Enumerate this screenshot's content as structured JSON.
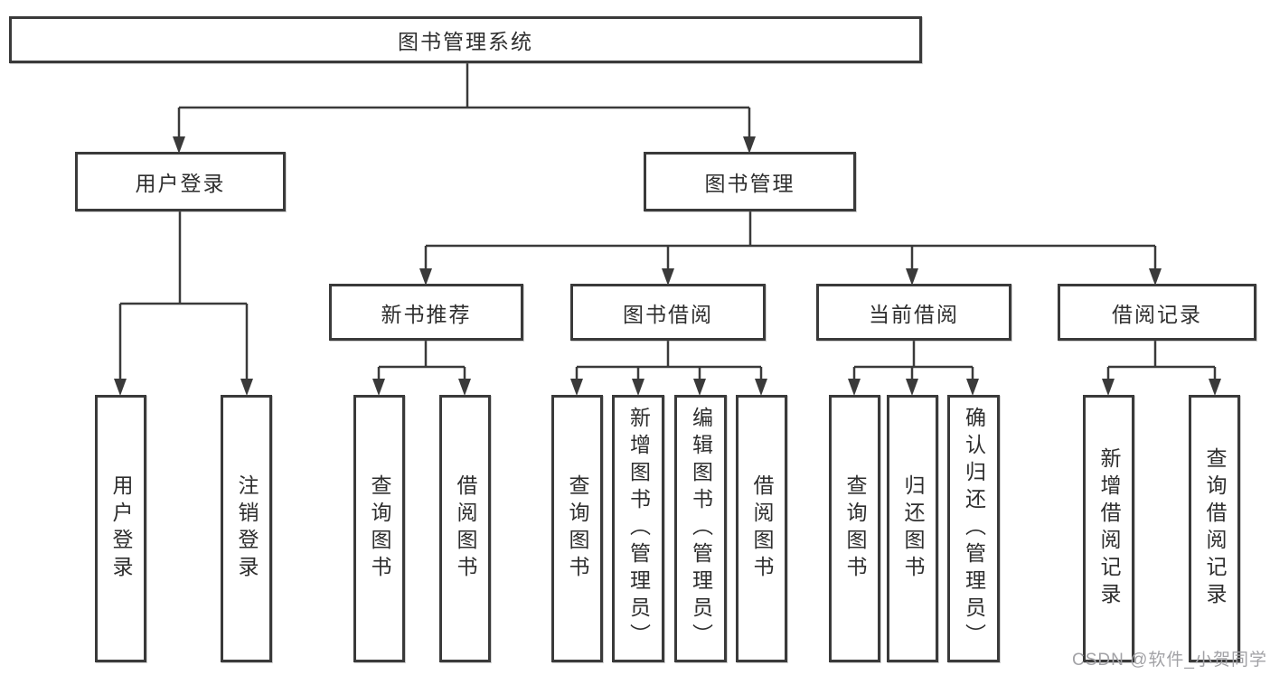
{
  "nodes": {
    "root": "图书管理系统",
    "level2": [
      "用户登录",
      "图书管理"
    ],
    "level3": [
      "新书推荐",
      "图书借阅",
      "当前借阅",
      "借阅记录"
    ],
    "leaves": [
      "用户登录",
      "注销登录",
      "查询图书",
      "借阅图书",
      "查询图书",
      "新增图书（管理员）",
      "编辑图书（管理员）",
      "借阅图书",
      "查询图书",
      "归还图书",
      "确认归还（管理员）",
      "新增借阅记录",
      "查询借阅记录"
    ]
  },
  "hierarchy": {
    "图书管理系统": [
      "用户登录",
      "图书管理"
    ],
    "用户登录": [
      "用户登录",
      "注销登录"
    ],
    "图书管理": [
      "新书推荐",
      "图书借阅",
      "当前借阅",
      "借阅记录"
    ],
    "新书推荐": [
      "查询图书",
      "借阅图书"
    ],
    "图书借阅": [
      "查询图书",
      "新增图书（管理员）",
      "编辑图书（管理员）",
      "借阅图书"
    ],
    "当前借阅": [
      "查询图书",
      "归还图书",
      "确认归还（管理员）"
    ],
    "借阅记录": [
      "新增借阅记录",
      "查询借阅记录"
    ]
  },
  "watermark": {
    "text": "CSDN @软件_小贺同学",
    "color": "#a2a2a6"
  },
  "colors": {
    "background": "#ffffff",
    "box_fill": "#ffffff",
    "box_border": "#3a3a3a",
    "line": "#3a3a3a",
    "text": "#2e2e2e"
  }
}
